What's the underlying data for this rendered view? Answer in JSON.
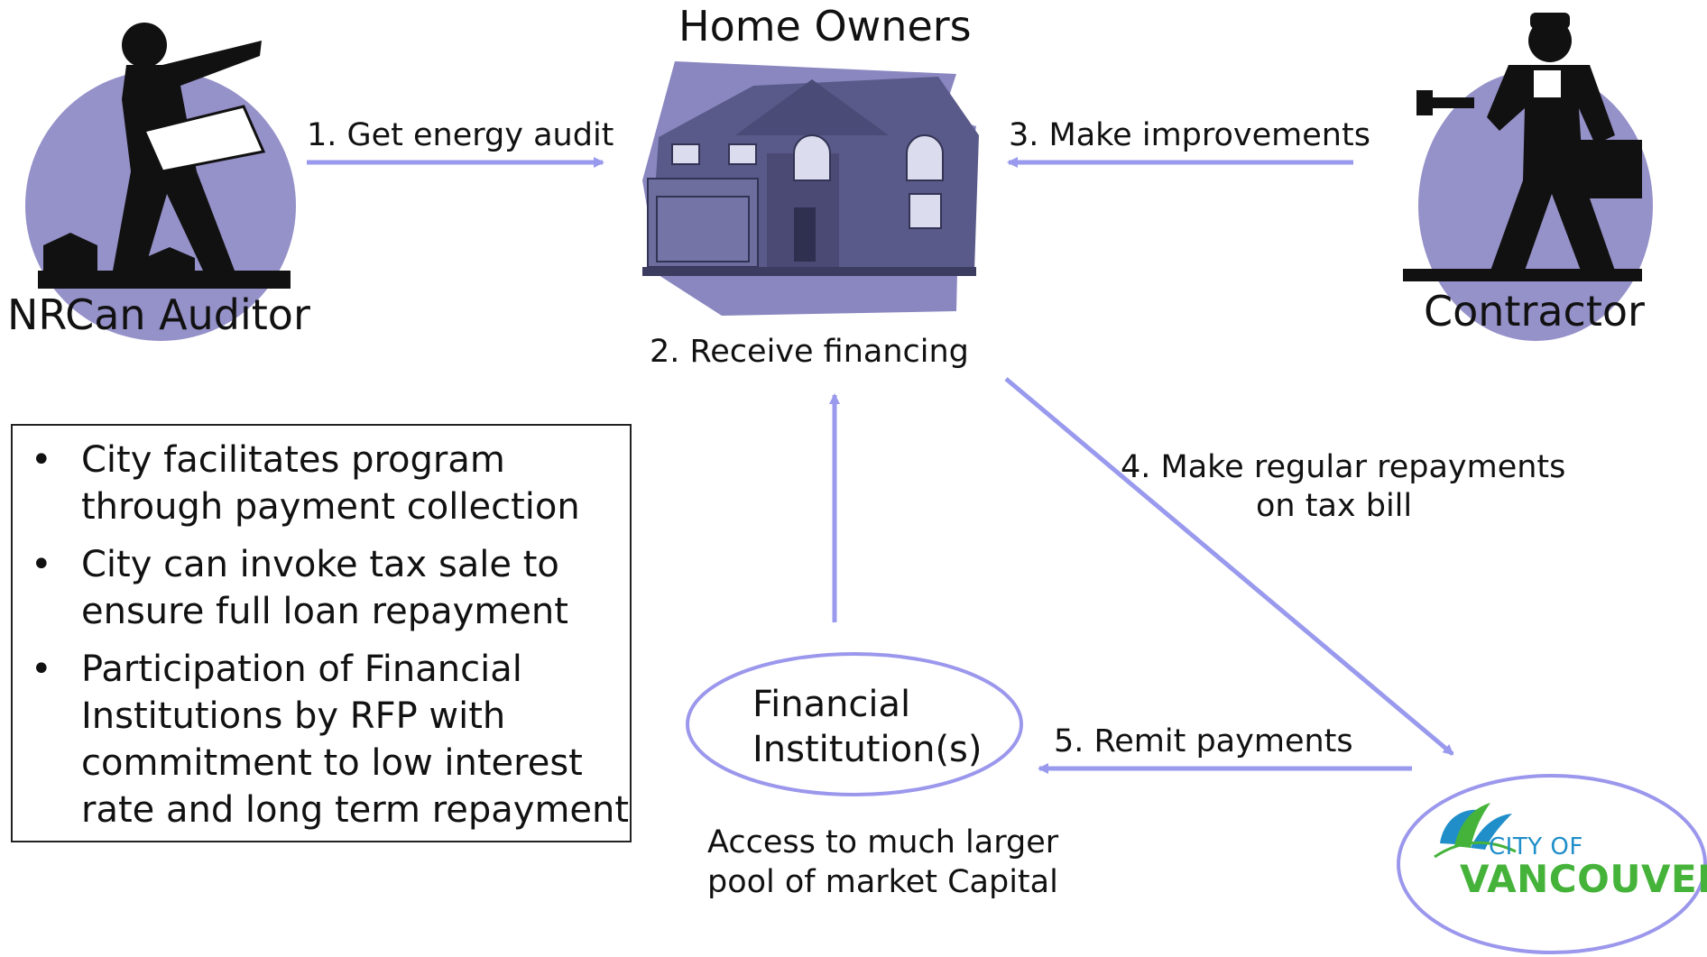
{
  "actors": {
    "auditor": "NRCan Auditor",
    "home_owners": "Home Owners",
    "contractor": "Contractor",
    "financial_institutions_line1": "Financial",
    "financial_institutions_line2": "Institution(s)",
    "city_logo_line1": "CITY OF",
    "city_logo_line2": "VANCOUVER"
  },
  "steps": {
    "step1": "1. Get energy audit",
    "step2": "2. Receive financing",
    "step3": "3. Make improvements",
    "step4_line1": "4. Make regular repayments",
    "step4_line2": "on tax bill",
    "step5": "5. Remit payments"
  },
  "capital_note": {
    "line1": "Access to much larger",
    "line2": "pool of market Capital"
  },
  "bullets": [
    {
      "line1": "City facilitates program",
      "line2": "through payment collection"
    },
    {
      "line1": "City can invoke tax sale to",
      "line2": "ensure full loan repayment"
    },
    {
      "line1": "Participation of Financial",
      "line2": "Institutions by RFP with",
      "line3": "commitment to low interest",
      "line4": "rate and long term repayment"
    }
  ],
  "bullet_symbol": "•",
  "colors": {
    "arrow": "#9999ee",
    "circle_fill": "#9591c9",
    "house_fill": "#5a5a8a",
    "house_bg": "#8a87c0",
    "logo_blue": "#1f8ec9",
    "logo_green": "#45b33a"
  },
  "icons": [
    "auditor-figure-icon",
    "house-icon",
    "contractor-figure-icon",
    "city-of-vancouver-logo"
  ]
}
